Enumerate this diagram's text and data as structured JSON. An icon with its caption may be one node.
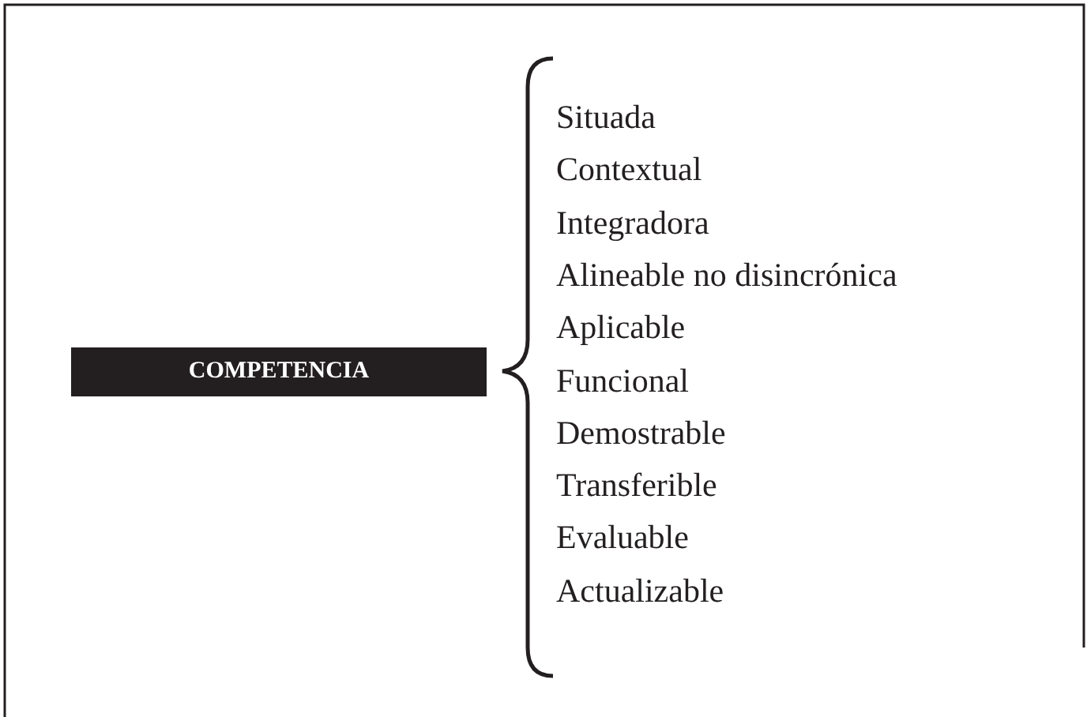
{
  "diagram": {
    "nodes": [
      {
        "text": [
          "COMPETENCIA"
        ]
      }
    ],
    "labels": [
      "Situada",
      "Contextual",
      "Integradora",
      "Alineable no disincrónica",
      "Aplicable",
      "Funcional",
      "Demostrable",
      "Transferible",
      "Evaluable",
      "Actualizable"
    ]
  }
}
